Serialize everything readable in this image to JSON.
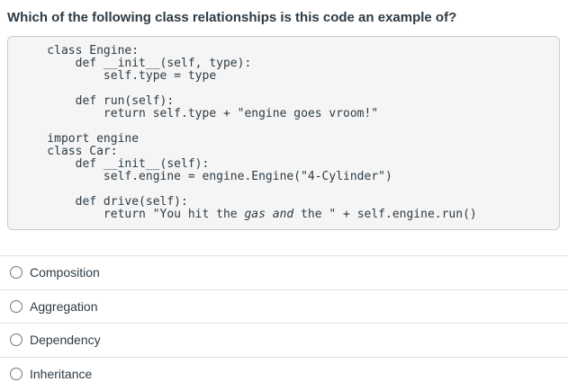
{
  "question": {
    "text": "Which of the following class relationships is this code an example of?"
  },
  "code_block": {
    "lines": [
      [
        {
          "text": "    class Engine:"
        }
      ],
      [
        {
          "text": "        def __init__(self, type):"
        }
      ],
      [
        {
          "text": "            self.type = type"
        }
      ],
      [
        {
          "text": ""
        }
      ],
      [
        {
          "text": "        def run(self):"
        }
      ],
      [
        {
          "text": "            return self.type + \"engine goes vroom!\""
        }
      ],
      [
        {
          "text": ""
        }
      ],
      [
        {
          "text": "    import engine"
        }
      ],
      [
        {
          "text": "    class Car:"
        }
      ],
      [
        {
          "text": "        def __init__(self):"
        }
      ],
      [
        {
          "text": "            self.engine = engine.Engine(\"4-Cylinder\")"
        }
      ],
      [
        {
          "text": ""
        }
      ],
      [
        {
          "text": "        def drive(self):"
        }
      ],
      [
        {
          "text": "            return \"You hit the "
        },
        {
          "text": "gas and",
          "italic": true
        },
        {
          "text": " the \" + self.engine.run()"
        }
      ]
    ]
  },
  "answers": [
    {
      "label": "Composition",
      "selected": false
    },
    {
      "label": "Aggregation",
      "selected": false
    },
    {
      "label": "Dependency",
      "selected": false
    },
    {
      "label": "Inheritance",
      "selected": false
    }
  ],
  "colors": {
    "text": "#2d3b45",
    "code_background": "#f5f5f5",
    "code_border": "#c7cdd1",
    "divider": "#dfe1e3",
    "radio_border": "#767676"
  }
}
